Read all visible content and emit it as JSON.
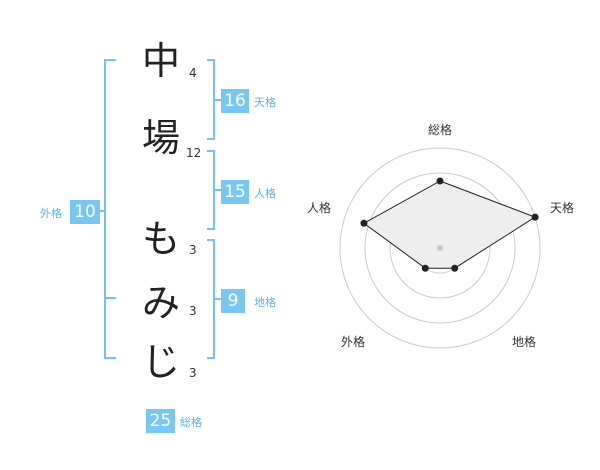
{
  "name": {
    "chars": [
      {
        "char": "中",
        "strokes": "4"
      },
      {
        "char": "場",
        "strokes": "12"
      },
      {
        "char": "も",
        "strokes": "3"
      },
      {
        "char": "み",
        "strokes": "3"
      },
      {
        "char": "じ",
        "strokes": "3"
      }
    ]
  },
  "kakusu": {
    "tenkaku": {
      "label": "天格",
      "value": "16"
    },
    "jinkaku": {
      "label": "人格",
      "value": "15"
    },
    "chikaku": {
      "label": "地格",
      "value": "9"
    },
    "gaikaku": {
      "label": "外格",
      "value": "10"
    },
    "soukaku": {
      "label": "総格",
      "value": "25"
    }
  },
  "radar": {
    "axes": [
      "総格",
      "天格",
      "地格",
      "外格",
      "人格"
    ],
    "values": [
      0.67,
      1.0,
      0.25,
      0.25,
      0.8
    ],
    "rings": 4,
    "fill_color": "#eeeeee",
    "grid_color": "#cccccc",
    "line_color": "#222222"
  },
  "colors": {
    "accent": "#78c6f3",
    "bracket": "#74c0f2",
    "label": "#5bb2ea"
  }
}
